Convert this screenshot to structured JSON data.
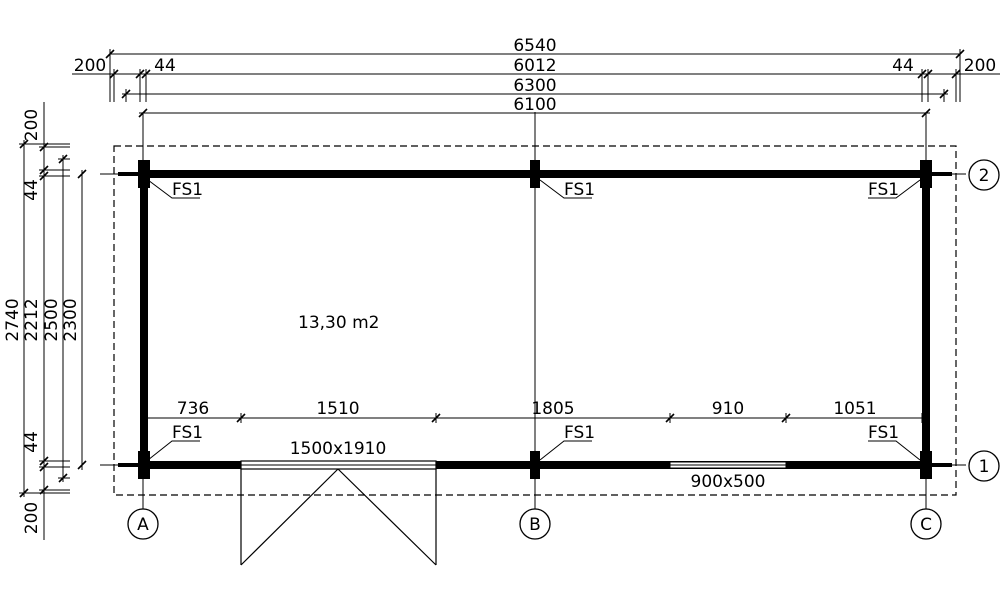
{
  "dimensions_top": {
    "overall": "6540",
    "overhang_left": "200",
    "overhang_right": "200",
    "wall_left": "44",
    "wall_right": "44",
    "inner": "6012",
    "outer": "6300",
    "axis": "6100"
  },
  "dimensions_left": {
    "overhang_top": "200",
    "overhang_bottom": "200",
    "wall_top": "44",
    "wall_bottom": "44",
    "overall": "2740",
    "inner": "2212",
    "outer": "2500",
    "axis": "2300"
  },
  "dimensions_bottom_wall": [
    "736",
    "1510",
    "1805",
    "910",
    "1051"
  ],
  "room_area": "13,30 m2",
  "door_size": "1500x1910",
  "window_size": "900x500",
  "fs_labels": [
    "FS1",
    "FS1",
    "FS1",
    "FS1",
    "FS1",
    "FS1"
  ],
  "axis_labels": {
    "horizontal": [
      "A",
      "B",
      "C"
    ],
    "vertical": [
      "2",
      "1"
    ]
  }
}
